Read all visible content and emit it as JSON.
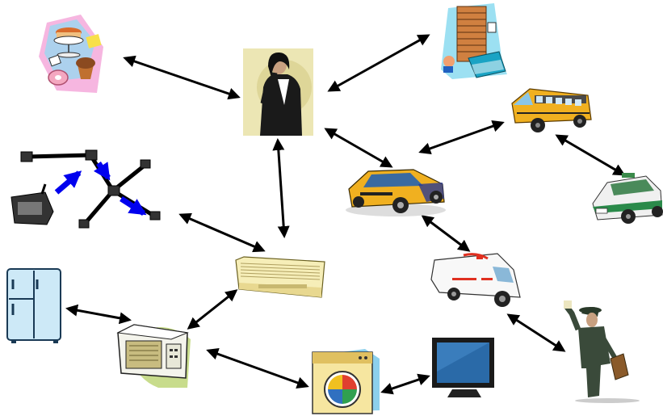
{
  "diagram": {
    "nodes": [
      {
        "id": "businesswoman",
        "icon": "businesswoman-phone-icon"
      },
      {
        "id": "cakes",
        "icon": "cakes-sweets-icon"
      },
      {
        "id": "files",
        "icon": "file-folders-books-icon"
      },
      {
        "id": "school_bus",
        "icon": "school-bus-icon"
      },
      {
        "id": "taxi",
        "icon": "taxi-car-icon"
      },
      {
        "id": "police_car",
        "icon": "police-car-icon"
      },
      {
        "id": "sensor_network",
        "icon": "sensor-network-icon"
      },
      {
        "id": "air_conditioner",
        "icon": "air-conditioner-icon"
      },
      {
        "id": "ambulance",
        "icon": "ambulance-icon"
      },
      {
        "id": "refrigerator",
        "icon": "refrigerator-icon"
      },
      {
        "id": "microwave",
        "icon": "microwave-oven-icon"
      },
      {
        "id": "washing_machine",
        "icon": "washing-machine-icon"
      },
      {
        "id": "television",
        "icon": "flat-screen-tv-icon"
      },
      {
        "id": "man_briefcase",
        "icon": "man-with-briefcase-icon"
      }
    ],
    "edges": [
      {
        "from": "cakes",
        "to": "businesswoman",
        "style": "bidirectional"
      },
      {
        "from": "businesswoman",
        "to": "files",
        "style": "bidirectional"
      },
      {
        "from": "businesswoman",
        "to": "taxi",
        "style": "bidirectional"
      },
      {
        "from": "businesswoman",
        "to": "air_conditioner",
        "style": "bidirectional"
      },
      {
        "from": "taxi",
        "to": "school_bus",
        "style": "bidirectional"
      },
      {
        "from": "school_bus",
        "to": "police_car",
        "style": "bidirectional"
      },
      {
        "from": "taxi",
        "to": "ambulance",
        "style": "bidirectional"
      },
      {
        "from": "sensor_network",
        "to": "air_conditioner",
        "style": "bidirectional"
      },
      {
        "from": "air_conditioner",
        "to": "microwave",
        "style": "bidirectional"
      },
      {
        "from": "refrigerator",
        "to": "microwave",
        "style": "bidirectional"
      },
      {
        "from": "microwave",
        "to": "washing_machine",
        "style": "bidirectional"
      },
      {
        "from": "washing_machine",
        "to": "television",
        "style": "bidirectional"
      },
      {
        "from": "ambulance",
        "to": "man_briefcase",
        "style": "bidirectional"
      }
    ],
    "colors": {
      "arrow": "#000000",
      "network_arrow": "#0000ee",
      "background": "#ffffff"
    }
  }
}
